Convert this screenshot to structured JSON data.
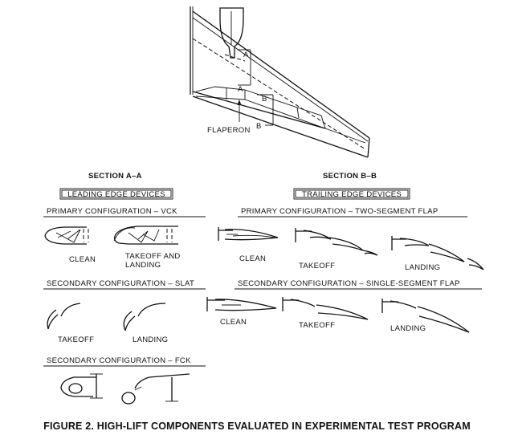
{
  "planform": {
    "section_a_marker": "A",
    "section_b_marker": "B",
    "flaperon_label": "FLAPERON"
  },
  "section_a": {
    "title": "SECTION A–A",
    "box_label": "LEADING EDGE DEVICES",
    "primary": {
      "heading": "PRIMARY CONFIGURATION – VCK",
      "labels": [
        "CLEAN",
        "TAKEOFF AND",
        "LANDING"
      ]
    },
    "secondary_slat": {
      "heading": "SECONDARY CONFIGURATION – SLAT",
      "labels": [
        "TAKEOFF",
        "LANDING"
      ]
    },
    "secondary_fck": {
      "heading": "SECONDARY CONFIGURATION – FCK"
    }
  },
  "section_b": {
    "title": "SECTION B–B",
    "box_label": "TRAILING EDGE DEVICES",
    "primary": {
      "heading": "PRIMARY CONFIGURATION – TWO-SEGMENT FLAP",
      "labels": [
        "CLEAN",
        "TAKEOFF",
        "LANDING"
      ]
    },
    "secondary": {
      "heading": "SECONDARY CONFIGURATION – SINGLE-SEGMENT FLAP",
      "labels": [
        "CLEAN",
        "TAKEOFF",
        "LANDING"
      ]
    }
  },
  "caption": "FIGURE 2. HIGH-LIFT COMPONENTS EVALUATED IN EXPERIMENTAL TEST PROGRAM"
}
